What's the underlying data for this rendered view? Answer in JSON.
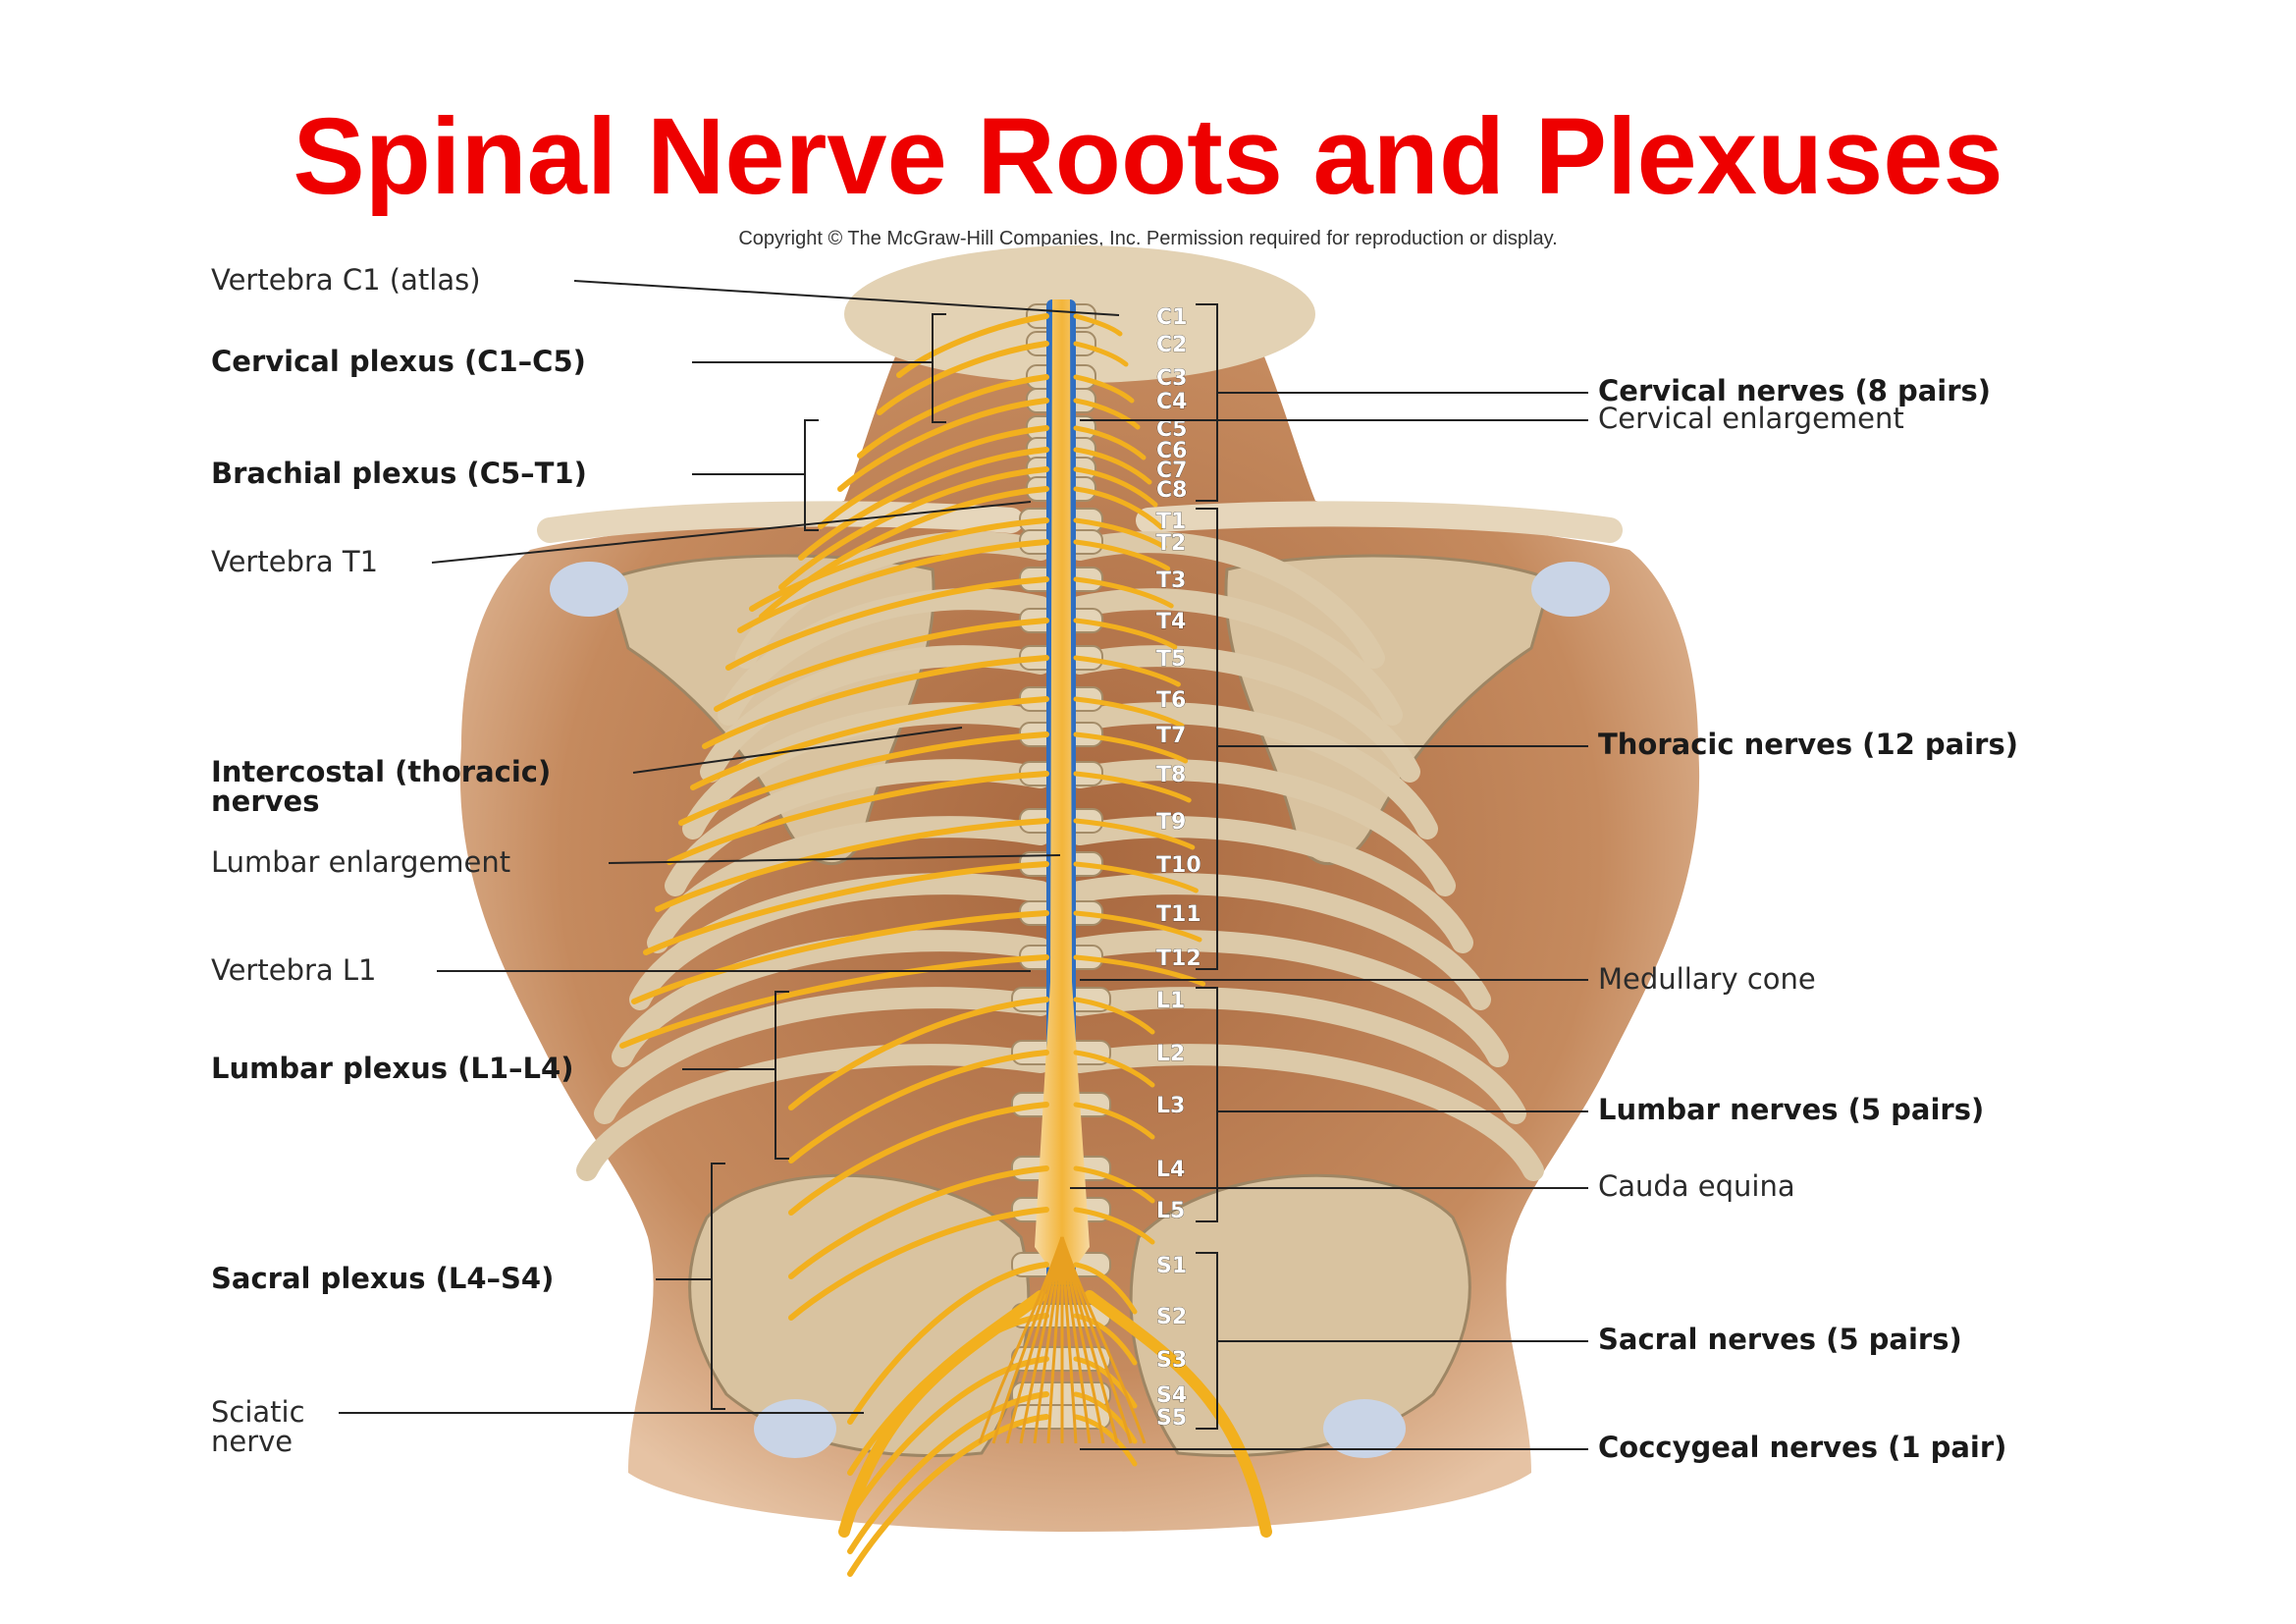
{
  "title": "Spinal Nerve Roots and Plexuses",
  "copyright": "Copyright © The McGraw-Hill Companies, Inc. Permission required for reproduction or display.",
  "colors": {
    "title": "#ee0000",
    "skin": "#c98b5f",
    "bone": "#d9c3a0",
    "nerve": "#f2b01e",
    "spinal_canal": "#2f6fc2",
    "leader": "#222222"
  },
  "left_labels": [
    {
      "id": "vertebra-c1",
      "lines": [
        "Vertebra C1 (atlas)"
      ],
      "bold": false
    },
    {
      "id": "cervical-plexus",
      "lines": [
        "Cervical plexus (C1–C5)"
      ],
      "bold": true
    },
    {
      "id": "brachial-plexus",
      "lines": [
        "Brachial plexus (C5–T1)"
      ],
      "bold": true
    },
    {
      "id": "vertebra-t1",
      "lines": [
        "Vertebra T1"
      ],
      "bold": false
    },
    {
      "id": "intercostal-nerves",
      "lines": [
        "Intercostal (thoracic)",
        "nerves"
      ],
      "bold": true
    },
    {
      "id": "lumbar-enlargement",
      "lines": [
        "Lumbar enlargement"
      ],
      "bold": false
    },
    {
      "id": "vertebra-l1",
      "lines": [
        "Vertebra L1"
      ],
      "bold": false
    },
    {
      "id": "lumbar-plexus",
      "lines": [
        "Lumbar plexus (L1–L4)"
      ],
      "bold": true
    },
    {
      "id": "sacral-plexus",
      "lines": [
        "Sacral plexus (L4–S4)"
      ],
      "bold": true
    },
    {
      "id": "sciatic-nerve",
      "lines": [
        "Sciatic",
        "nerve"
      ],
      "bold": false
    }
  ],
  "right_labels": [
    {
      "id": "cervical-nerves",
      "lines": [
        "Cervical nerves (8 pairs)"
      ],
      "bold": true
    },
    {
      "id": "cervical-enlargement",
      "lines": [
        "Cervical enlargement"
      ],
      "bold": false
    },
    {
      "id": "thoracic-nerves",
      "lines": [
        "Thoracic nerves (12 pairs)"
      ],
      "bold": true
    },
    {
      "id": "medullary-cone",
      "lines": [
        "Medullary cone"
      ],
      "bold": false
    },
    {
      "id": "lumbar-nerves",
      "lines": [
        "Lumbar nerves (5 pairs)"
      ],
      "bold": true
    },
    {
      "id": "cauda-equina",
      "lines": [
        "Cauda equina"
      ],
      "bold": false
    },
    {
      "id": "sacral-nerves",
      "lines": [
        "Sacral nerves (5 pairs)"
      ],
      "bold": true
    },
    {
      "id": "coccygeal-nerves",
      "lines": [
        "Coccygeal nerves (1 pair)"
      ],
      "bold": true
    }
  ],
  "segments": [
    "C1",
    "C2",
    "C3",
    "C4",
    "C5",
    "C6",
    "C7",
    "C8",
    "T1",
    "T2",
    "T3",
    "T4",
    "T5",
    "T6",
    "T7",
    "T8",
    "T9",
    "T10",
    "T11",
    "T12",
    "L1",
    "L2",
    "L3",
    "L4",
    "L5",
    "S1",
    "S2",
    "S3",
    "S4",
    "S5"
  ]
}
